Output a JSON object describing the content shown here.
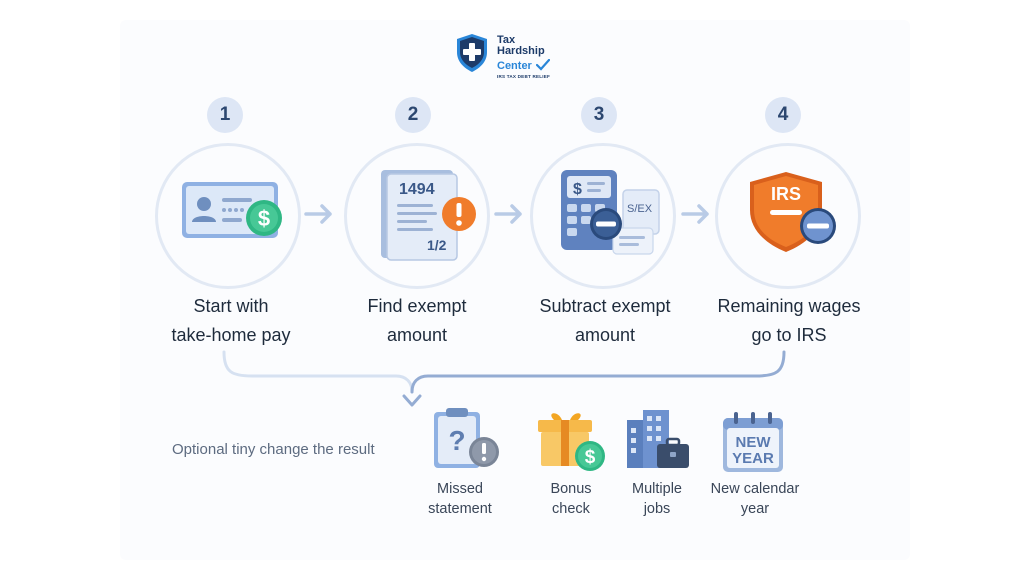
{
  "brand": {
    "line1": "Tax",
    "line2": "Hardship",
    "line3": "Center",
    "tagline": "IRS TAX DEBT RELIEF",
    "colors": {
      "navy": "#1d3b69",
      "blue": "#2a86d8"
    }
  },
  "steps": [
    {
      "number": "1",
      "label_line1": "Start with",
      "label_line2": "take-home pay",
      "icon": "paycheck-card-icon"
    },
    {
      "number": "2",
      "label_line1": "Find exempt",
      "label_line2": "amount",
      "icon": "tax-form-warning-icon",
      "form_number": "1494",
      "form_fragment": "1/2"
    },
    {
      "number": "3",
      "label_line1": "Subtract exempt",
      "label_line2": "amount",
      "icon": "calculator-subtract-icon",
      "note_text": "S/EX"
    },
    {
      "number": "4",
      "label_line1": "Remaining wages",
      "label_line2": "go to IRS",
      "icon": "irs-shield-minus-icon",
      "shield_text": "IRS"
    }
  ],
  "optional": {
    "label": "Optional tiny change the result",
    "items": [
      {
        "label_line1": "Missed",
        "label_line2": "statement",
        "icon": "clipboard-question-icon"
      },
      {
        "label_line1": "Bonus",
        "label_line2": "check",
        "icon": "gift-dollar-icon"
      },
      {
        "label_line1": "Multiple",
        "label_line2": "jobs",
        "icon": "buildings-briefcase-icon"
      },
      {
        "label_line1": "New calendar",
        "label_line2": "year",
        "icon": "calendar-new-year-icon",
        "calendar_line1": "NEW",
        "calendar_line2": "YEAR"
      }
    ]
  },
  "colors": {
    "badge_bg": "#dde6f5",
    "circle_border": "#e2e9f4",
    "arrow": "#b9cbe6",
    "orange": "#f07c2b",
    "green": "#2fb784"
  }
}
